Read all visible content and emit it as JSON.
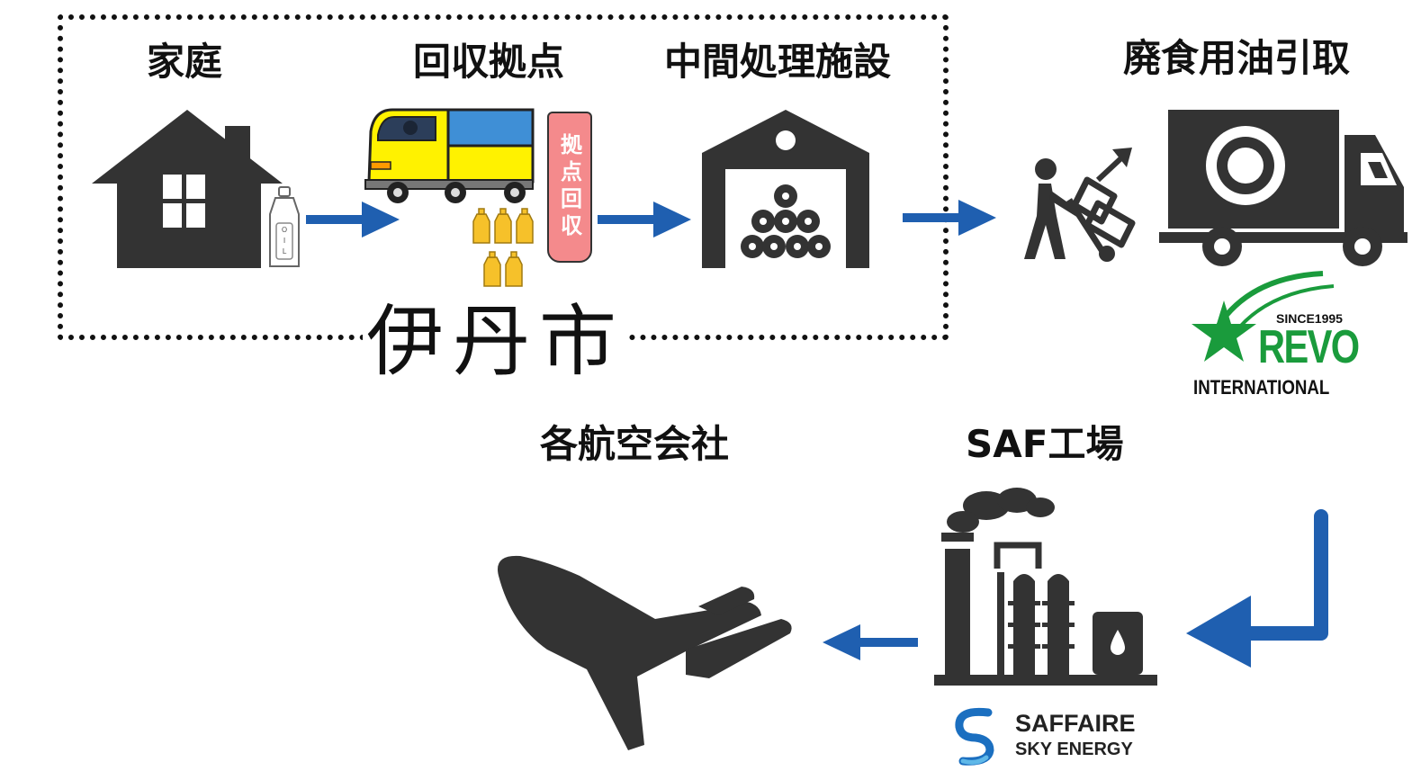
{
  "steps": {
    "home": "家庭",
    "collection_point": "回収拠点",
    "processing_facility": "中間処理施設",
    "oil_pickup": "廃食用油引取",
    "saf_plant": "SAF工場",
    "airlines": "各航空会社"
  },
  "city_label": "伊丹市",
  "collection_banner": "拠点回収",
  "bottle_label": "OIL",
  "logos": {
    "revo": {
      "since": "SINCE1995",
      "name": "REVO",
      "sub": "INTERNATIONAL"
    },
    "saffaire": {
      "line1": "SAFFAIRE",
      "line2": "SKY ENERGY"
    }
  },
  "colors": {
    "icon": "#333333",
    "arrow": "#1f5fb0",
    "truck_cab": "#fff200",
    "truck_body": "#3f8fd6",
    "banner": "#f48a8c",
    "revo_green": "#1a9b3c",
    "saffaire_blue": "#1b6fc0"
  },
  "icons": [
    "house-icon",
    "oil-bottle-icon",
    "collection-truck-icon",
    "warehouse-icon",
    "worker-cart-icon",
    "tank-truck-icon",
    "factory-icon",
    "airplane-icon"
  ]
}
